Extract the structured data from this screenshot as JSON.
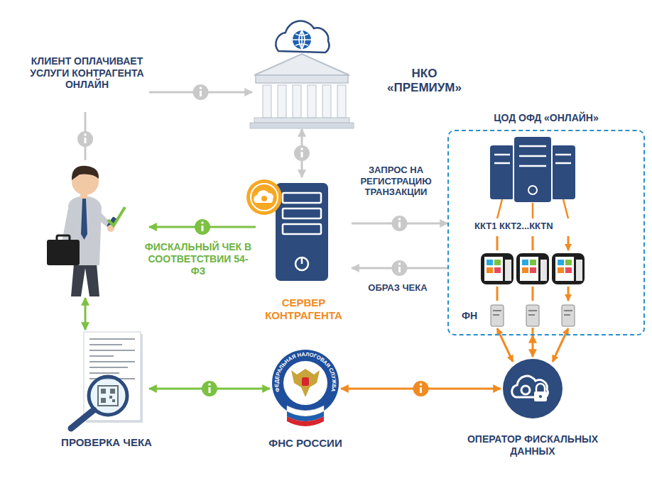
{
  "diagram": {
    "nodes": [
      {
        "text": [
          "КЛИЕНТ ОПЛАЧИВАЕТ УСЛУГИ КОНТРАГЕНТА ОНЛАЙН"
        ]
      },
      {
        "text": [
          "НКО «ПРЕМИУМ»"
        ]
      },
      {
        "text": [
          "СЕРВЕР КОНТРАГЕНТА"
        ]
      },
      {
        "text": [
          "ЦОД ОФД «ОНЛАЙН»"
        ]
      },
      {
        "text": [
          "ОПЕРАТОР ФИСКАЛЬНЫХ ДАННЫХ"
        ]
      },
      {
        "text": [
          "ФНС РОССИИ"
        ]
      },
      {
        "text": [
          "ПРОВЕРКА ЧЕКА"
        ]
      }
    ],
    "edges": [
      {
        "from": 0,
        "to": 1,
        "arrow": "to"
      },
      {
        "from": 1,
        "to": 2,
        "arrow": "both"
      },
      {
        "from": 2,
        "to": 3,
        "arrow": "to",
        "label": "ЗАПРОС НА РЕГИСТРАЦИЮ ТРАНЗАКЦИИ"
      },
      {
        "from": 3,
        "to": 2,
        "arrow": "to",
        "label": "ОБРАЗ ЧЕКА"
      },
      {
        "from": 2,
        "to": 0,
        "arrow": "to",
        "label": "ФИСКАЛЬНЫЙ ЧЕК В СООТВЕТСТВИИ 54-ФЗ"
      },
      {
        "from": 0,
        "to": 6,
        "arrow": "both"
      },
      {
        "from": 6,
        "to": 5,
        "arrow": "both"
      },
      {
        "from": 5,
        "to": 4,
        "arrow": "both"
      },
      {
        "from": 3,
        "to": 4,
        "arrow": "both"
      }
    ],
    "labels": [
      "ККТ1 ККТ2...ККТN",
      "ФН",
      "ФЕДЕРАЛЬНАЯ НАЛОГОВАЯ СЛУЖБА"
    ]
  }
}
